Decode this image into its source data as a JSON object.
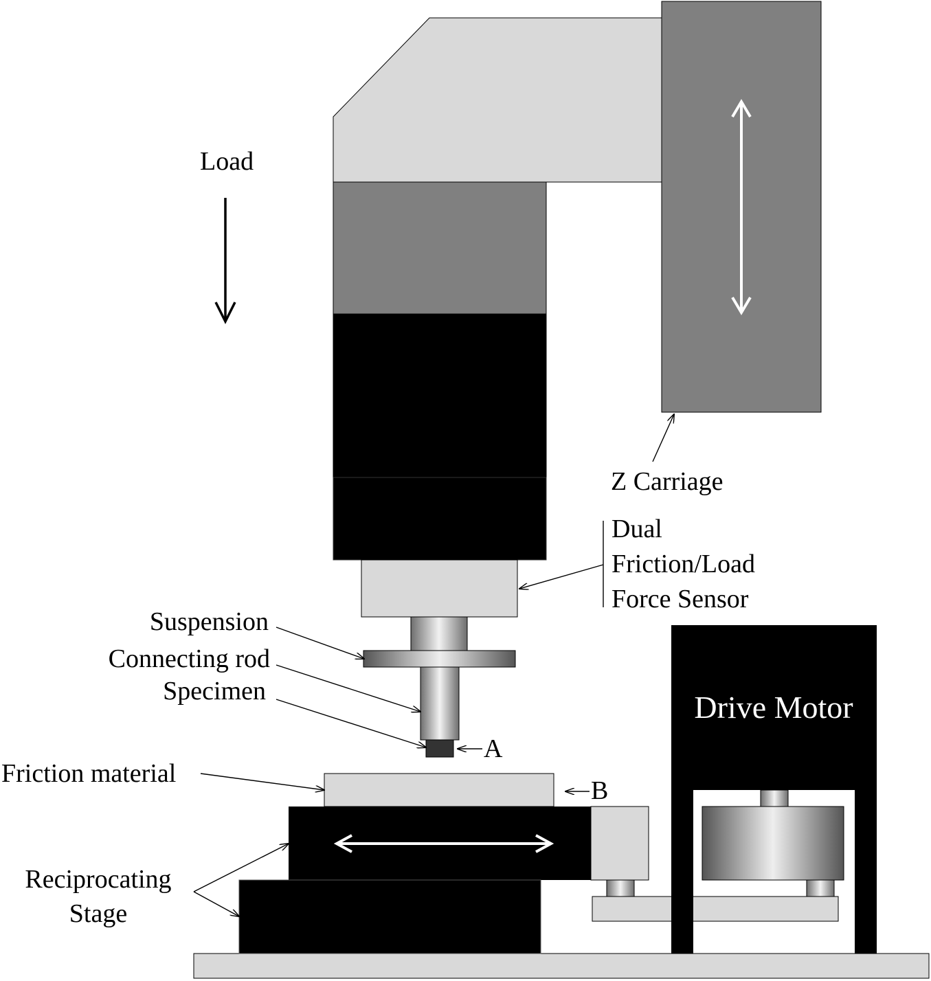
{
  "labels": {
    "load": "Load",
    "z_carriage": "Z Carriage",
    "sensor_line1": "Dual",
    "sensor_line2": "Friction/Load",
    "sensor_line3": "Force Sensor",
    "suspension": "Suspension",
    "connecting_rod": "Connecting rod",
    "specimen": "Specimen",
    "point_a": "A",
    "friction_material": "Friction material",
    "point_b": "B",
    "reciprocating_line1": "Reciprocating",
    "reciprocating_line2": "Stage",
    "drive_motor": "Drive Motor"
  },
  "colors": {
    "light_gray": "#d9d9d9",
    "mid_gray": "#808080",
    "black": "#000000",
    "specimen_tip": "#333333",
    "white": "#ffffff"
  },
  "icons": {
    "load_arrow": "arrow-down-icon",
    "z_motion_arrow": "double-arrow-vertical-icon",
    "stage_motion_arrow": "double-arrow-horizontal-icon"
  }
}
